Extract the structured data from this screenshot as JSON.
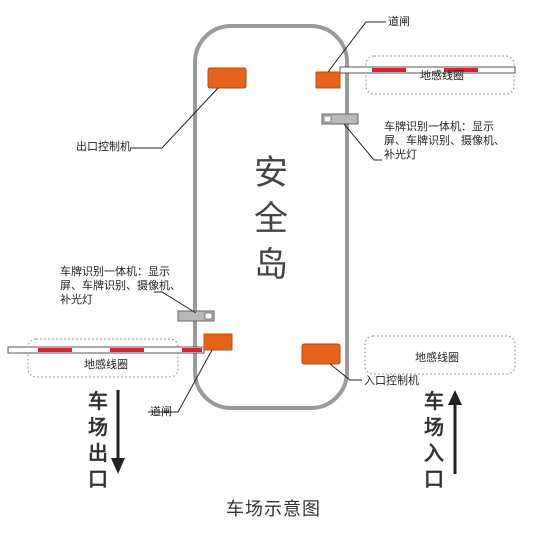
{
  "island": {
    "chars": [
      "安",
      "全",
      "岛"
    ]
  },
  "labels": {
    "gate_top": "道闸",
    "gate_bottom": "道闸",
    "exit_controller": "出口控制机",
    "entry_controller": "入口控制机",
    "plate_right_1": "车牌识别一体机：显示",
    "plate_right_2": "屏、车牌识别、摄像机、",
    "plate_right_3": "补光灯",
    "plate_left_1": "车牌识别一体机：显示",
    "plate_left_2": "屏、车牌识别、摄像机、",
    "plate_left_3": "补光灯",
    "loop_top_right": "地感线圈",
    "loop_bottom_left": "地感线圈",
    "loop_bottom_right": "地感线圈"
  },
  "exit_direction": {
    "chars": [
      "车",
      "场",
      "出",
      "口"
    ]
  },
  "entry_direction": {
    "chars": [
      "车",
      "场",
      "入",
      "口"
    ]
  },
  "caption": "车场示意图",
  "colors": {
    "controller": "#e8631a",
    "barrier_red": "#d9232e",
    "island_stroke": "#9a9a9a"
  }
}
